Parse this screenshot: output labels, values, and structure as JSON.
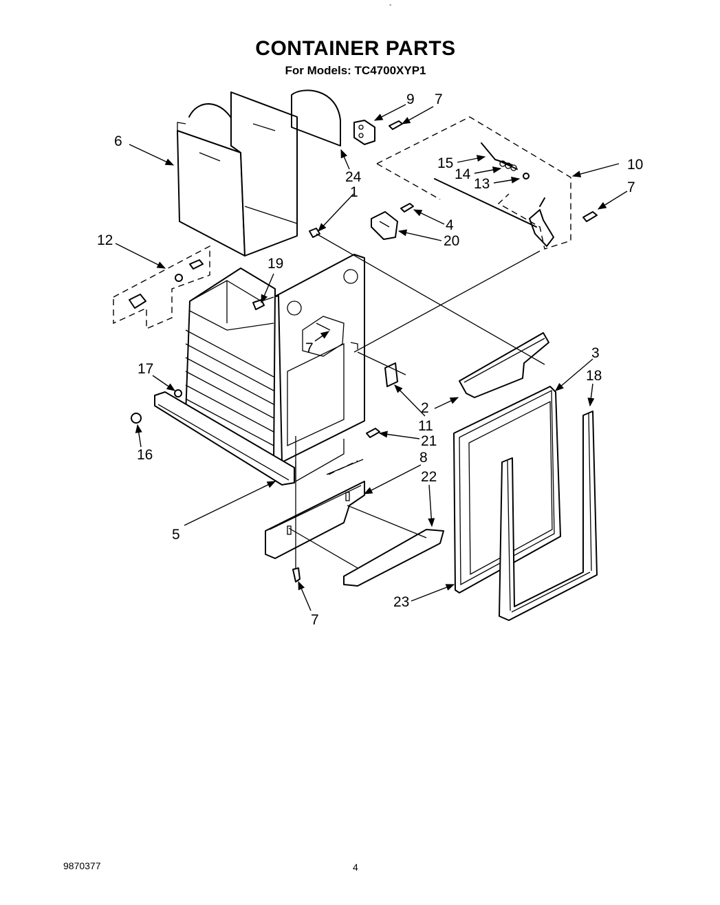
{
  "page": {
    "title": "CONTAINER PARTS",
    "subtitle": "For Models: TC4700XYP1",
    "doc_number": "9870377",
    "page_number": "4",
    "top_mark": "-"
  },
  "callouts": [
    "9",
    "7",
    "15",
    "14",
    "13",
    "10",
    "7",
    "6",
    "24",
    "1",
    "4",
    "20",
    "12",
    "19",
    "7",
    "17",
    "16",
    "2",
    "11",
    "21",
    "3",
    "18",
    "8",
    "22",
    "5",
    "23",
    "7"
  ]
}
